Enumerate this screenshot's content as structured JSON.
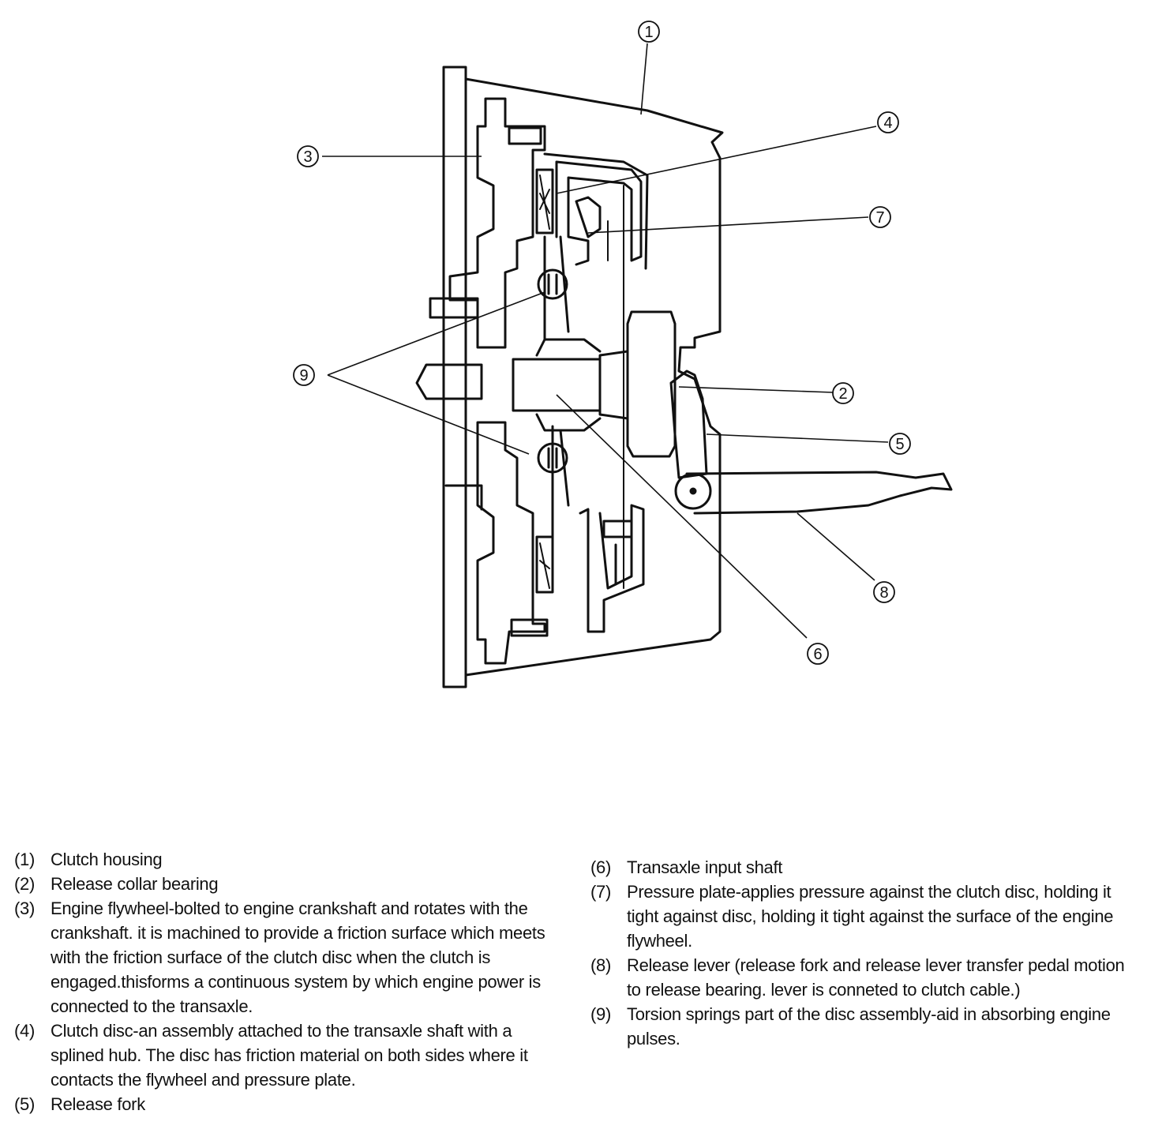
{
  "callouts": [
    {
      "num": "1"
    },
    {
      "num": "2"
    },
    {
      "num": "3"
    },
    {
      "num": "4"
    },
    {
      "num": "5"
    },
    {
      "num": "6"
    },
    {
      "num": "7"
    },
    {
      "num": "8"
    },
    {
      "num": "9"
    }
  ],
  "legend": {
    "left": [
      {
        "num": "(1)",
        "text": "Clutch housing"
      },
      {
        "num": "(2)",
        "text": "Release collar bearing"
      },
      {
        "num": "(3)",
        "text": "Engine flywheel-bolted to engine crankshaft and rotates with the crankshaft. it is machined to provide a friction surface which meets with the friction surface of the clutch disc when the clutch is engaged.thisforms a continuous system by which engine power is connected to the transaxle."
      },
      {
        "num": "(4)",
        "text": "Clutch disc-an assembly attached to the transaxle shaft with a splined hub. The disc has friction material on both sides where it contacts the flywheel and pressure plate."
      },
      {
        "num": "(5)",
        "text": "Release fork"
      }
    ],
    "right": [
      {
        "num": "(6)",
        "text": "Transaxle input shaft"
      },
      {
        "num": "(7)",
        "text": "Pressure plate-applies pressure against the clutch disc, holding it tight against disc, holding it tight against the surface of the engine flywheel."
      },
      {
        "num": "(8)",
        "text": "Release lever (release fork and release lever transfer pedal motion to release bearing. lever is conneted to clutch cable.)"
      },
      {
        "num": "(9)",
        "text": "Torsion springs part of the disc assembly-aid in absorbing engine pulses."
      }
    ]
  }
}
